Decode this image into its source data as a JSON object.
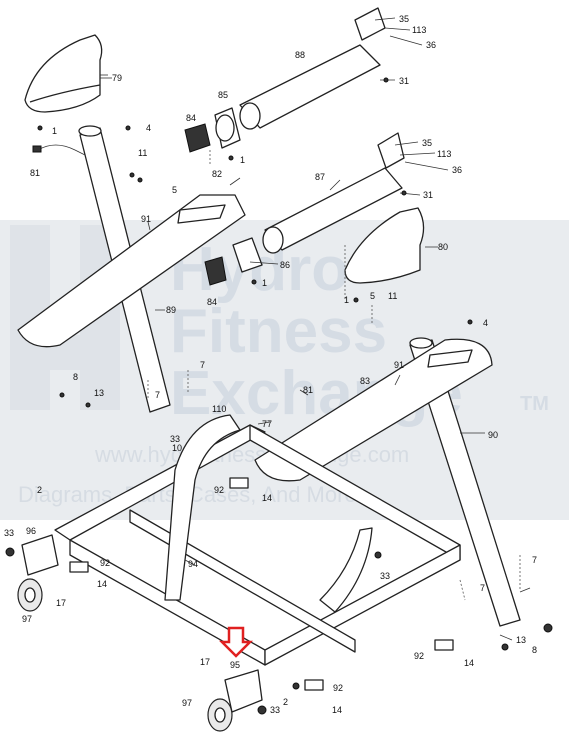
{
  "watermark": {
    "line1": "Hydro",
    "line2": "Fitness",
    "line3": "Exchange",
    "tm": "TM",
    "url": "www.hydrofitnessexchange.com",
    "tagline": "Diagrams, Parts, Cases, And More"
  },
  "highlight": {
    "color": "#e02020",
    "target_callout": "95"
  },
  "callouts": [
    {
      "id": "c79",
      "text": "79"
    },
    {
      "id": "c1a",
      "text": "1"
    },
    {
      "id": "c4a",
      "text": "4"
    },
    {
      "id": "c81a",
      "text": "81"
    },
    {
      "id": "c11a",
      "text": "11"
    },
    {
      "id": "c5a",
      "text": "5"
    },
    {
      "id": "c88",
      "text": "88"
    },
    {
      "id": "c35a",
      "text": "35"
    },
    {
      "id": "c113a",
      "text": "113"
    },
    {
      "id": "c36a",
      "text": "36"
    },
    {
      "id": "c31a",
      "text": "31"
    },
    {
      "id": "c84a",
      "text": "84"
    },
    {
      "id": "c85",
      "text": "85"
    },
    {
      "id": "c1b",
      "text": "1"
    },
    {
      "id": "c82",
      "text": "82"
    },
    {
      "id": "c87",
      "text": "87"
    },
    {
      "id": "c35b",
      "text": "35"
    },
    {
      "id": "c113b",
      "text": "113"
    },
    {
      "id": "c36b",
      "text": "36"
    },
    {
      "id": "c31b",
      "text": "31"
    },
    {
      "id": "c91a",
      "text": "91"
    },
    {
      "id": "c86",
      "text": "86"
    },
    {
      "id": "c84b",
      "text": "84"
    },
    {
      "id": "c1c",
      "text": "1"
    },
    {
      "id": "c80",
      "text": "80"
    },
    {
      "id": "c1d",
      "text": "1"
    },
    {
      "id": "c5b",
      "text": "5"
    },
    {
      "id": "c11b",
      "text": "11"
    },
    {
      "id": "c4b",
      "text": "4"
    },
    {
      "id": "c89",
      "text": "89"
    },
    {
      "id": "c91b",
      "text": "91"
    },
    {
      "id": "c8a",
      "text": "8"
    },
    {
      "id": "c13a",
      "text": "13"
    },
    {
      "id": "c7a",
      "text": "7"
    },
    {
      "id": "c7b",
      "text": "7"
    },
    {
      "id": "c81b",
      "text": "81"
    },
    {
      "id": "c83",
      "text": "83"
    },
    {
      "id": "c110",
      "text": "110"
    },
    {
      "id": "c77",
      "text": "77"
    },
    {
      "id": "c33a",
      "text": "33"
    },
    {
      "id": "c10",
      "text": "10"
    },
    {
      "id": "c90",
      "text": "90"
    },
    {
      "id": "c92a",
      "text": "92"
    },
    {
      "id": "c14a",
      "text": "14"
    },
    {
      "id": "c2a",
      "text": "2"
    },
    {
      "id": "c33b",
      "text": "33"
    },
    {
      "id": "c96",
      "text": "96"
    },
    {
      "id": "c92b",
      "text": "92"
    },
    {
      "id": "c14b",
      "text": "14"
    },
    {
      "id": "c17a",
      "text": "17"
    },
    {
      "id": "c97a",
      "text": "97"
    },
    {
      "id": "c94",
      "text": "94"
    },
    {
      "id": "c33c",
      "text": "33"
    },
    {
      "id": "c7c",
      "text": "7"
    },
    {
      "id": "c7d",
      "text": "7"
    },
    {
      "id": "c13b",
      "text": "13"
    },
    {
      "id": "c8b",
      "text": "8"
    },
    {
      "id": "c92c",
      "text": "92"
    },
    {
      "id": "c14c",
      "text": "14"
    },
    {
      "id": "c17b",
      "text": "17"
    },
    {
      "id": "c95",
      "text": "95"
    },
    {
      "id": "c92d",
      "text": "92"
    },
    {
      "id": "c97b",
      "text": "97"
    },
    {
      "id": "c33d",
      "text": "33"
    },
    {
      "id": "c2b",
      "text": "2"
    },
    {
      "id": "c14d",
      "text": "14"
    }
  ]
}
